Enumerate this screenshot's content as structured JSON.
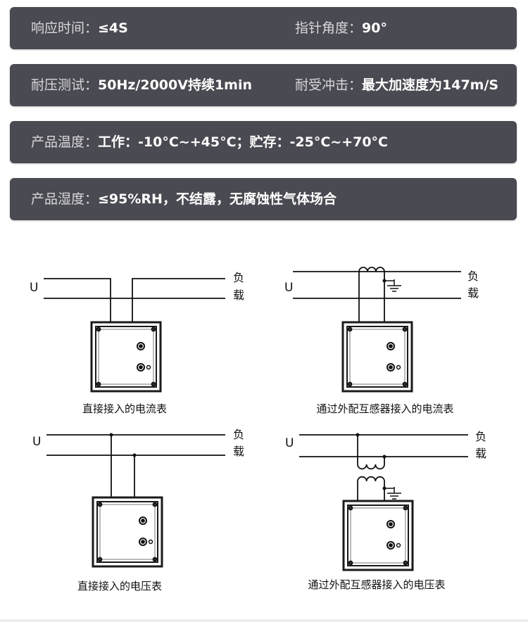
{
  "specs": {
    "row1": {
      "left_label": "响应时间：",
      "left_value": "≤4S",
      "right_label": "指针角度：",
      "right_value": "90°"
    },
    "row2": {
      "left_label": "耐压测试：",
      "left_value": "50Hz/2000V持续1min",
      "right_label": "耐受冲击：",
      "right_value": "最大加速度为147m/S"
    },
    "row3": {
      "label": "产品温度：",
      "value": "工作：-10°C~+45°C；贮存：-25°C~+70°C"
    },
    "row4": {
      "label": "产品湿度：",
      "value": "≤95%RH，不结露，无腐蚀性气体场合"
    }
  },
  "diagrams": {
    "line_label": "U",
    "load_label_1": "负",
    "load_label_2": "载",
    "captions": {
      "direct_ammeter": "直接接入的电流表",
      "ct_ammeter": "通过外配互感器接入的电流表",
      "direct_voltmeter": "直接接入的电压表",
      "pt_voltmeter": "通过外配互感器接入的电压表"
    }
  }
}
